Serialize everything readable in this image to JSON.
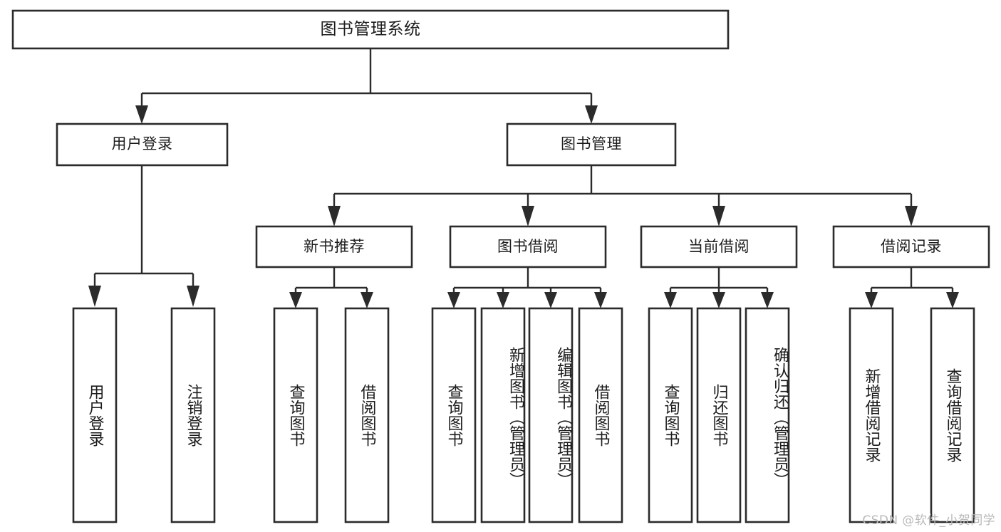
{
  "diagram": {
    "title": "图书管理系统",
    "type": "tree-hierarchy-diagram",
    "watermark": "CSDN @软件_小贺同学",
    "colors": {
      "background": "#ffffff",
      "box_stroke": "#2b2b2b",
      "box_fill": "#ffffff",
      "text": "#1c1c1c",
      "connector": "#2b2b2b",
      "watermark": "#b9b9b9"
    },
    "root": {
      "id": "root",
      "label": "图书管理系统"
    },
    "level2": [
      {
        "id": "user-login",
        "label": "用户登录"
      },
      {
        "id": "book-management",
        "label": "图书管理"
      }
    ],
    "level3": [
      {
        "id": "new-book-recommend",
        "label": "新书推荐"
      },
      {
        "id": "book-borrow",
        "label": "图书借阅"
      },
      {
        "id": "current-borrow",
        "label": "当前借阅"
      },
      {
        "id": "borrow-record",
        "label": "借阅记录"
      }
    ],
    "leaves": {
      "user_login": [
        {
          "id": "leaf-user-login",
          "label": "用户登录"
        },
        {
          "id": "leaf-logout-login",
          "label": "注销登录"
        }
      ],
      "new_book_recommend": [
        {
          "id": "leaf-query-book-1",
          "label": "查询图书"
        },
        {
          "id": "leaf-borrow-book-1",
          "label": "借阅图书"
        }
      ],
      "book_borrow": [
        {
          "id": "leaf-query-book-2",
          "label": "查询图书"
        },
        {
          "id": "leaf-add-book",
          "label": "新增图书（管理员）"
        },
        {
          "id": "leaf-edit-book",
          "label": "编辑图书（管理员）"
        },
        {
          "id": "leaf-borrow-book-2",
          "label": "借阅图书"
        }
      ],
      "current_borrow": [
        {
          "id": "leaf-query-book-3",
          "label": "查询图书"
        },
        {
          "id": "leaf-return-book",
          "label": "归还图书"
        },
        {
          "id": "leaf-confirm-return",
          "label": "确认归还（管理员）"
        }
      ],
      "borrow_record": [
        {
          "id": "leaf-add-record",
          "label": "新增借阅记录"
        },
        {
          "id": "leaf-query-record",
          "label": "查询借阅记录"
        }
      ]
    }
  }
}
